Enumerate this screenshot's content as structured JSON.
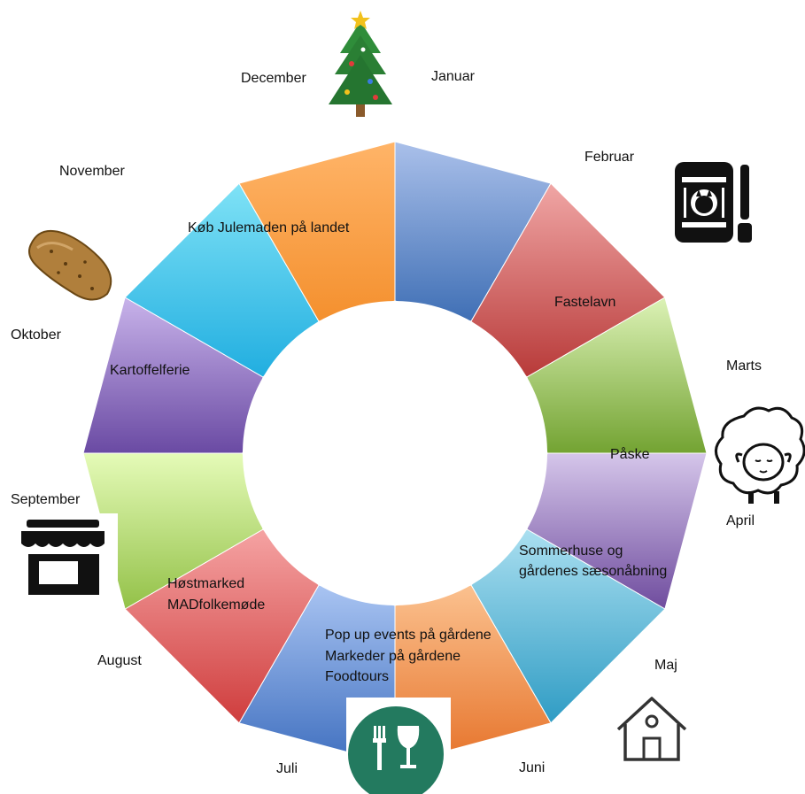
{
  "wheel": {
    "months": [
      {
        "label": "Januar",
        "color_top": "#aac0ea",
        "color_bottom": "#3f6fb5"
      },
      {
        "label": "Februar",
        "color_top": "#f0a6a5",
        "color_bottom": "#b83a39"
      },
      {
        "label": "Marts",
        "color_top": "#dcf2b6",
        "color_bottom": "#73a332"
      },
      {
        "label": "April",
        "color_top": "#d5c6ea",
        "color_bottom": "#6f4c9e"
      },
      {
        "label": "Maj",
        "color_top": "#aadff0",
        "color_bottom": "#2f9cc4"
      },
      {
        "label": "Juni",
        "color_top": "#fbc18f",
        "color_bottom": "#e6732a"
      },
      {
        "label": "Juli",
        "color_top": "#a9c4f2",
        "color_bottom": "#3f6fbf"
      },
      {
        "label": "August",
        "color_top": "#f5a3a3",
        "color_bottom": "#cf3d3d"
      },
      {
        "label": "September",
        "color_top": "#e5fbb8",
        "color_bottom": "#93c148"
      },
      {
        "label": "Oktober",
        "color_top": "#c8b3ea",
        "color_bottom": "#6a4aa3"
      },
      {
        "label": "November",
        "color_top": "#7fe2f6",
        "color_bottom": "#21aee0"
      },
      {
        "label": "December",
        "color_top": "#ffb468",
        "color_bottom": "#f4902e"
      }
    ],
    "events": {
      "fastelavn": "Fastelavn",
      "paaske": "Påske",
      "sommerhuse_line1": "Sommerhuse og",
      "sommerhuse_line2": "gårdenes sæsonåbning",
      "popup_line1": "Pop up events på gårdene",
      "popup_line2": "Markeder på gårdene",
      "popup_line3": "Foodtours",
      "hoestmarked_line1": "Høstmarked",
      "hoestmarked_line2": "MADfolkemøde",
      "kartoffelferie": "Kartoffelferie",
      "julemad": "Køb Julemaden på landet"
    },
    "icons": [
      "christmas-tree-icon",
      "barrel-cat-icon",
      "sheep-icon",
      "house-icon",
      "dining-icon",
      "market-stall-icon",
      "potato-icon"
    ]
  }
}
